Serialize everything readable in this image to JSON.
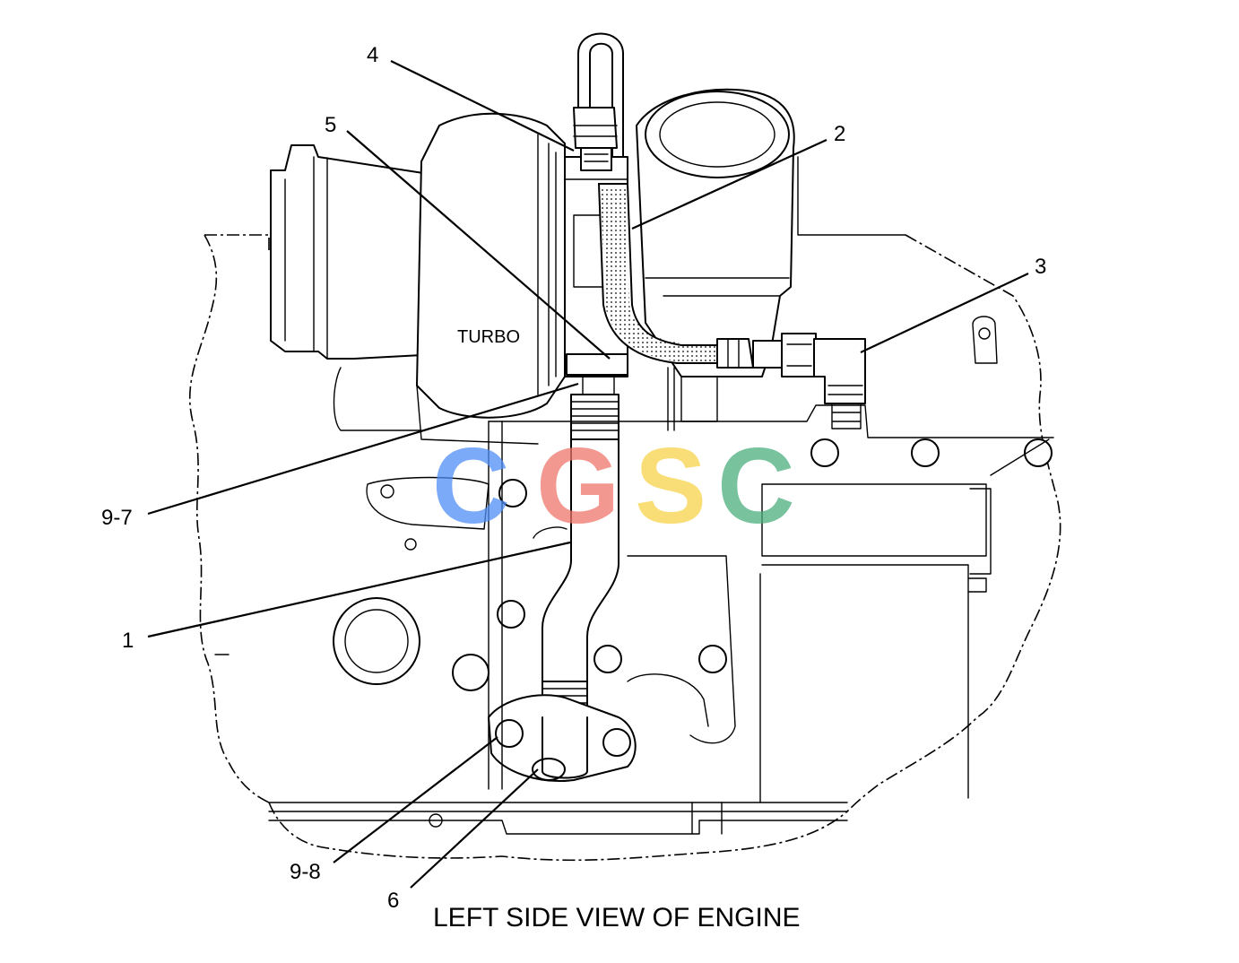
{
  "diagram": {
    "caption": "LEFT SIDE VIEW OF ENGINE",
    "component_label": "TURBO",
    "callouts": [
      {
        "id": "c4",
        "text": "4"
      },
      {
        "id": "c5",
        "text": "5"
      },
      {
        "id": "c2",
        "text": "2"
      },
      {
        "id": "c3",
        "text": "3"
      },
      {
        "id": "c97",
        "text": "9-7"
      },
      {
        "id": "c1",
        "text": "1"
      },
      {
        "id": "c98",
        "text": "9-8"
      },
      {
        "id": "c6",
        "text": "6"
      }
    ]
  },
  "watermark": {
    "letters": [
      "C",
      "G",
      "S",
      "C"
    ],
    "colors": [
      "#4f8ef7",
      "#f0766b",
      "#f7d34a",
      "#4caf7d"
    ]
  }
}
